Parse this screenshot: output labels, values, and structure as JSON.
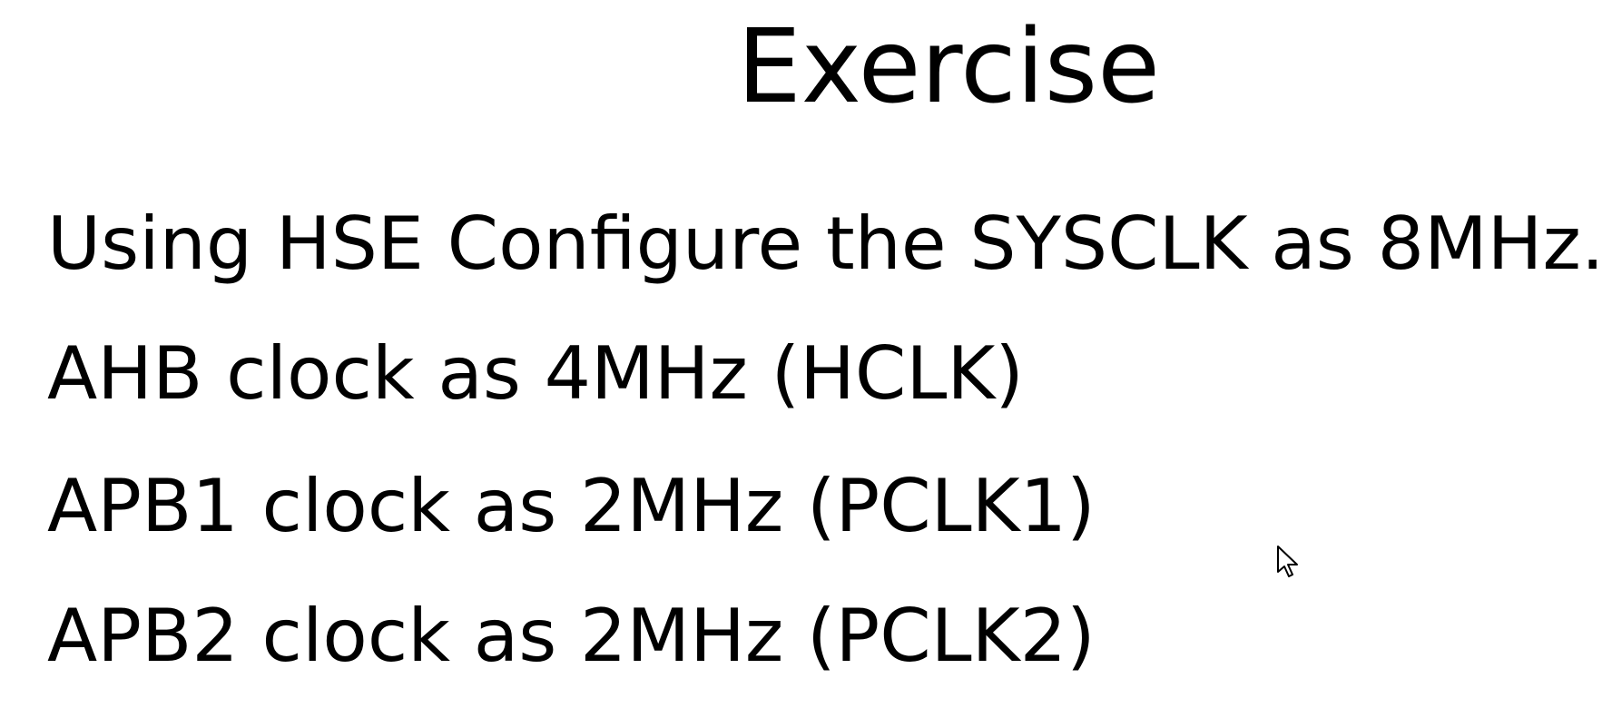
{
  "slide": {
    "title": "Exercise",
    "lines": [
      "Using HSE Configure the SYSCLK as 8MHz.",
      "AHB clock as 4MHz (HCLK)",
      "APB1 clock as 2MHz (PCLK1)",
      "APB2 clock as 2MHz (PCLK2)"
    ]
  },
  "cursor": {
    "icon": "mouse-pointer-icon"
  }
}
